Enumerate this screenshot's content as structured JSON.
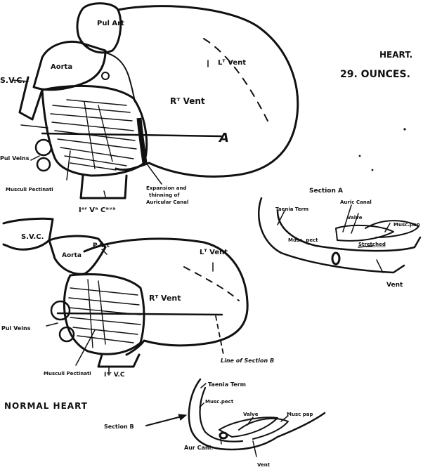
{
  "title": {
    "line1": "HEART.",
    "line2": "29. OUNCES."
  },
  "top_heart": {
    "labels": {
      "pul_art": "Pul Art",
      "aorta": "Aorta",
      "lt_vent": "Lᵀ Vent",
      "rt_vent": "Rᵀ Vent",
      "svc": "S.V.C.",
      "pul_veins": "Pul Veins",
      "musculi": "Musculi Pectinati",
      "ivc": "Iᵒʳ Vᵃ Cᵃᵛᵃ",
      "section_pointer": "A",
      "expansion_1": "Expansion and",
      "expansion_2": "thinning of",
      "expansion_3": "Auricular Canal"
    }
  },
  "section_a": {
    "title": "Section A",
    "labels": {
      "taenia": "Taenia Term",
      "auric_canal": "Auric Canal",
      "valve": "Valve",
      "musc_pap": "Musc.pap",
      "musc_pect": "Musc. pect",
      "stretched": "Stretched",
      "vent": "Vent"
    }
  },
  "bottom_heart": {
    "labels": {
      "svc": "S.V.C.",
      "aorta": "Aorta",
      "p_art": "P.Art",
      "lt_vent": "Lᵀ Vent",
      "rt_vent": "Rᵀ Vent",
      "pul_veins": "Pul Veins",
      "musculi": "Musculi Pectinati",
      "ivc": "Iᵒʳ V.C",
      "line_of_section": "Line of Section B"
    }
  },
  "caption": "NORMAL HEART",
  "section_b": {
    "pointer_label": "Section B",
    "labels": {
      "taenia": "Taenia Term",
      "musc_pect": "Musc.pect",
      "valve": "Valve",
      "musc_pap": "Musc pap",
      "aur_canal": "Aur Canl.",
      "vent": "Vent"
    }
  }
}
